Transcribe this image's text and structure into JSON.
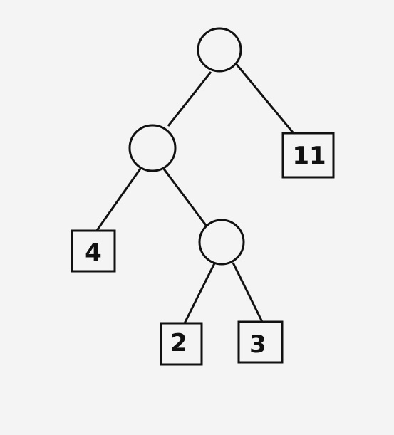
{
  "tree": {
    "internal_nodes": [
      "root",
      "left",
      "left-right"
    ],
    "leaves": [
      {
        "id": "leaf-11",
        "label": "11"
      },
      {
        "id": "leaf-4",
        "label": "4"
      },
      {
        "id": "leaf-2",
        "label": "2"
      },
      {
        "id": "leaf-3",
        "label": "3"
      }
    ],
    "edges": [
      {
        "from": "root",
        "to": "left"
      },
      {
        "from": "root",
        "to": "leaf-11"
      },
      {
        "from": "left",
        "to": "leaf-4"
      },
      {
        "from": "left",
        "to": "left-right"
      },
      {
        "from": "left-right",
        "to": "leaf-2"
      },
      {
        "from": "left-right",
        "to": "leaf-3"
      }
    ]
  }
}
